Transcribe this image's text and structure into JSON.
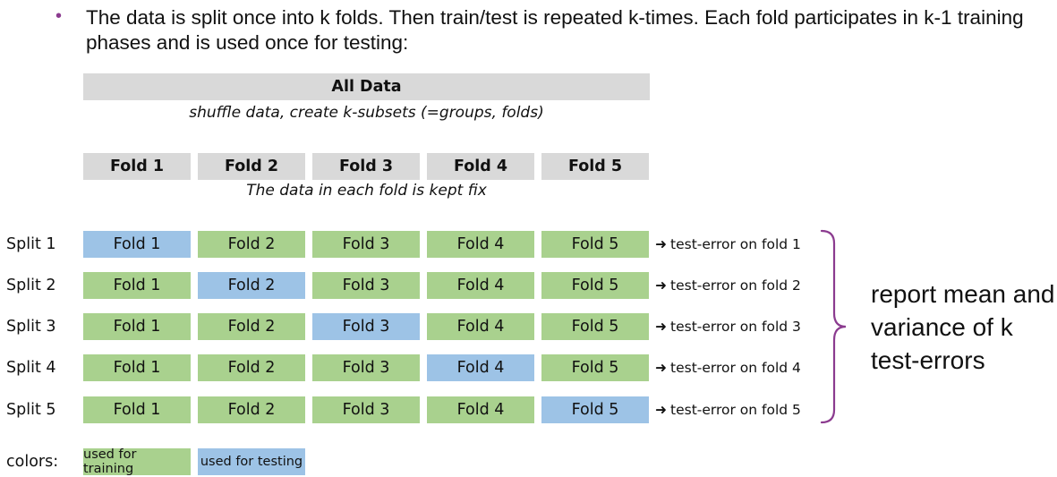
{
  "bullet": "The data is split once into k folds. Then train/test is repeated k-times. Each fold participates in k-1 training phases and is used once for testing:",
  "all_data": {
    "title": "All Data",
    "caption": "shuffle data, create k-subsets (=groups, folds)"
  },
  "folds": {
    "labels": [
      "Fold 1",
      "Fold 2",
      "Fold 3",
      "Fold 4",
      "Fold 5"
    ],
    "caption": "The data in each fold is kept fix"
  },
  "splits": [
    {
      "label": "Split 1",
      "test_fold": 1,
      "result": "test-error on fold 1"
    },
    {
      "label": "Split 2",
      "test_fold": 2,
      "result": "test-error on fold 2"
    },
    {
      "label": "Split 3",
      "test_fold": 3,
      "result": "test-error on fold 3"
    },
    {
      "label": "Split 4",
      "test_fold": 4,
      "result": "test-error on fold 4"
    },
    {
      "label": "Split 5",
      "test_fold": 5,
      "result": "test-error on fold 5"
    }
  ],
  "summary": "report mean and variance of k test-errors",
  "legend": {
    "label": "colors:",
    "training": "used for training",
    "testing": "used for testing"
  },
  "colors": {
    "training": "#a9d18e",
    "testing": "#9dc3e6",
    "header": "#d9d9d9",
    "accent": "#8b3b8f",
    "arrow": "#111111"
  }
}
